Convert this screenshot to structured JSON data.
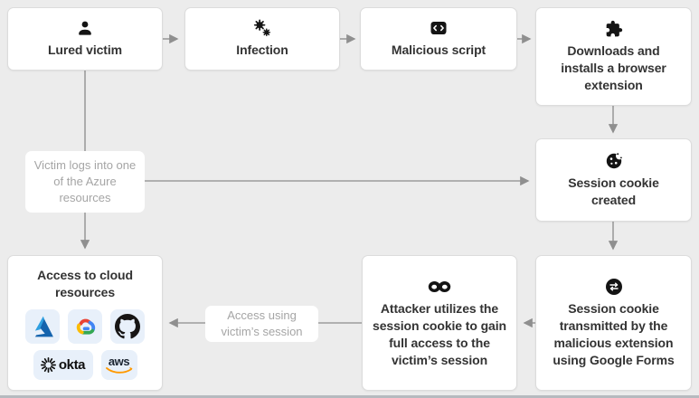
{
  "nodes": [
    {
      "id": "lured-victim",
      "icon": "person-icon",
      "text": "Lured victim"
    },
    {
      "id": "infection",
      "icon": "virus-icon",
      "text": "Infection"
    },
    {
      "id": "malicious-script",
      "icon": "code-icon",
      "text": "Malicious script"
    },
    {
      "id": "downloads-extension",
      "icon": "puzzle-icon",
      "text": "Downloads and installs a browser extension"
    },
    {
      "id": "session-cookie-created",
      "icon": "cookie-icon",
      "text": "Session cookie created"
    },
    {
      "id": "cookie-transmitted",
      "icon": "transfer-icon",
      "text": "Session cookie transmitted by the malicious extension using Google Forms"
    },
    {
      "id": "attacker-utilizes",
      "icon": "mask-icon",
      "text": "Attacker utilizes the session cookie to gain full access to the victim’s session"
    },
    {
      "id": "access-cloud-resources",
      "icon": "none",
      "text": "Access to cloud resources",
      "logos": [
        "azure",
        "google-cloud",
        "github",
        "okta",
        "aws"
      ]
    }
  ],
  "labels": {
    "victim_login": "Victim logs into one of the Azure resources",
    "access_session": "Access using victim’s session"
  },
  "cloud_logos": {
    "okta_text": "okta",
    "aws_text": "aws"
  },
  "colors": {
    "background": "#ececec",
    "node_background": "#ffffff",
    "node_border": "#dcdcdc",
    "node_text": "#333333",
    "connector": "#9c9c9c",
    "edge_label_text": "#a5a5a5",
    "logo_tile_background": "#e8f0fa",
    "icon": "#141414",
    "aws_orange": "#ff9900",
    "gcp_red": "#EA4335",
    "gcp_blue": "#4285F4",
    "gcp_green": "#34A853",
    "gcp_yellow": "#FBBC05",
    "azure_blue_light": "#2f9fe0",
    "azure_blue_dark": "#1463ad",
    "bottom_edge": "#b6babf"
  }
}
